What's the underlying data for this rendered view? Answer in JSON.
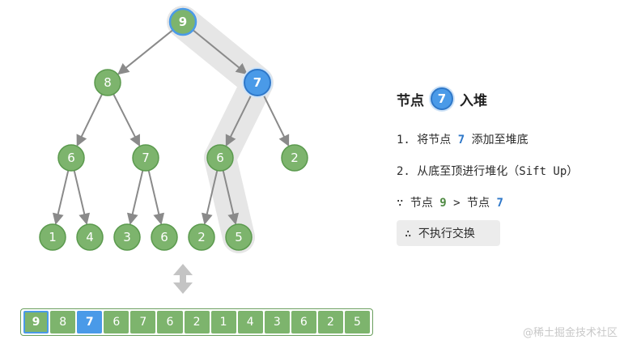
{
  "tree": {
    "nodes": [
      {
        "id": "root",
        "value": "9",
        "style": "green-outline"
      },
      {
        "id": "n8",
        "value": "8",
        "style": "green"
      },
      {
        "id": "n7",
        "value": "7",
        "style": "blue"
      },
      {
        "id": "n6a",
        "value": "6",
        "style": "green"
      },
      {
        "id": "n7b",
        "value": "7",
        "style": "green"
      },
      {
        "id": "n6b",
        "value": "6",
        "style": "green"
      },
      {
        "id": "n2a",
        "value": "2",
        "style": "green"
      },
      {
        "id": "n1",
        "value": "1",
        "style": "green"
      },
      {
        "id": "n4",
        "value": "4",
        "style": "green"
      },
      {
        "id": "n3",
        "value": "3",
        "style": "green"
      },
      {
        "id": "n6c",
        "value": "6",
        "style": "green"
      },
      {
        "id": "n2b",
        "value": "2",
        "style": "green"
      },
      {
        "id": "n5",
        "value": "5",
        "style": "green"
      }
    ],
    "edges": [
      [
        "root",
        "n8"
      ],
      [
        "root",
        "n7"
      ],
      [
        "n8",
        "n6a"
      ],
      [
        "n8",
        "n7b"
      ],
      [
        "n7",
        "n6b"
      ],
      [
        "n7",
        "n2a"
      ],
      [
        "n6a",
        "n1"
      ],
      [
        "n6a",
        "n4"
      ],
      [
        "n7b",
        "n3"
      ],
      [
        "n7b",
        "n6c"
      ],
      [
        "n6b",
        "n2b"
      ],
      [
        "n6b",
        "n5"
      ]
    ],
    "highlight_path": [
      "root",
      "n7",
      "n6b",
      "n5"
    ]
  },
  "panel": {
    "title_prefix": "节点",
    "title_node": "7",
    "title_suffix": "入堆",
    "step1_a": "1. 将节点 ",
    "step1_value": "7",
    "step1_b": " 添加至堆底",
    "step2": "2. 从底至顶进行堆化（Sift Up）",
    "because_a": "∵ 节点 ",
    "because_v1": "9",
    "because_op": " > 节点 ",
    "because_v2": "7",
    "therefore": "∴ 不执行交换"
  },
  "array": {
    "values": [
      "9",
      "8",
      "7",
      "6",
      "7",
      "6",
      "2",
      "1",
      "4",
      "3",
      "6",
      "2",
      "5"
    ],
    "styles": [
      "outlined",
      "",
      "blue",
      "",
      "",
      "",
      "",
      "",
      "",
      "",
      "",
      "",
      ""
    ]
  },
  "colors": {
    "green": "#7db46d",
    "green_border": "#5b9a4e",
    "blue": "#4a9ae8",
    "blue_border": "#2f78c9",
    "edge": "#8a8a8a",
    "highlight": "#e6e6e6"
  },
  "watermark": "@稀土掘金技术社区"
}
